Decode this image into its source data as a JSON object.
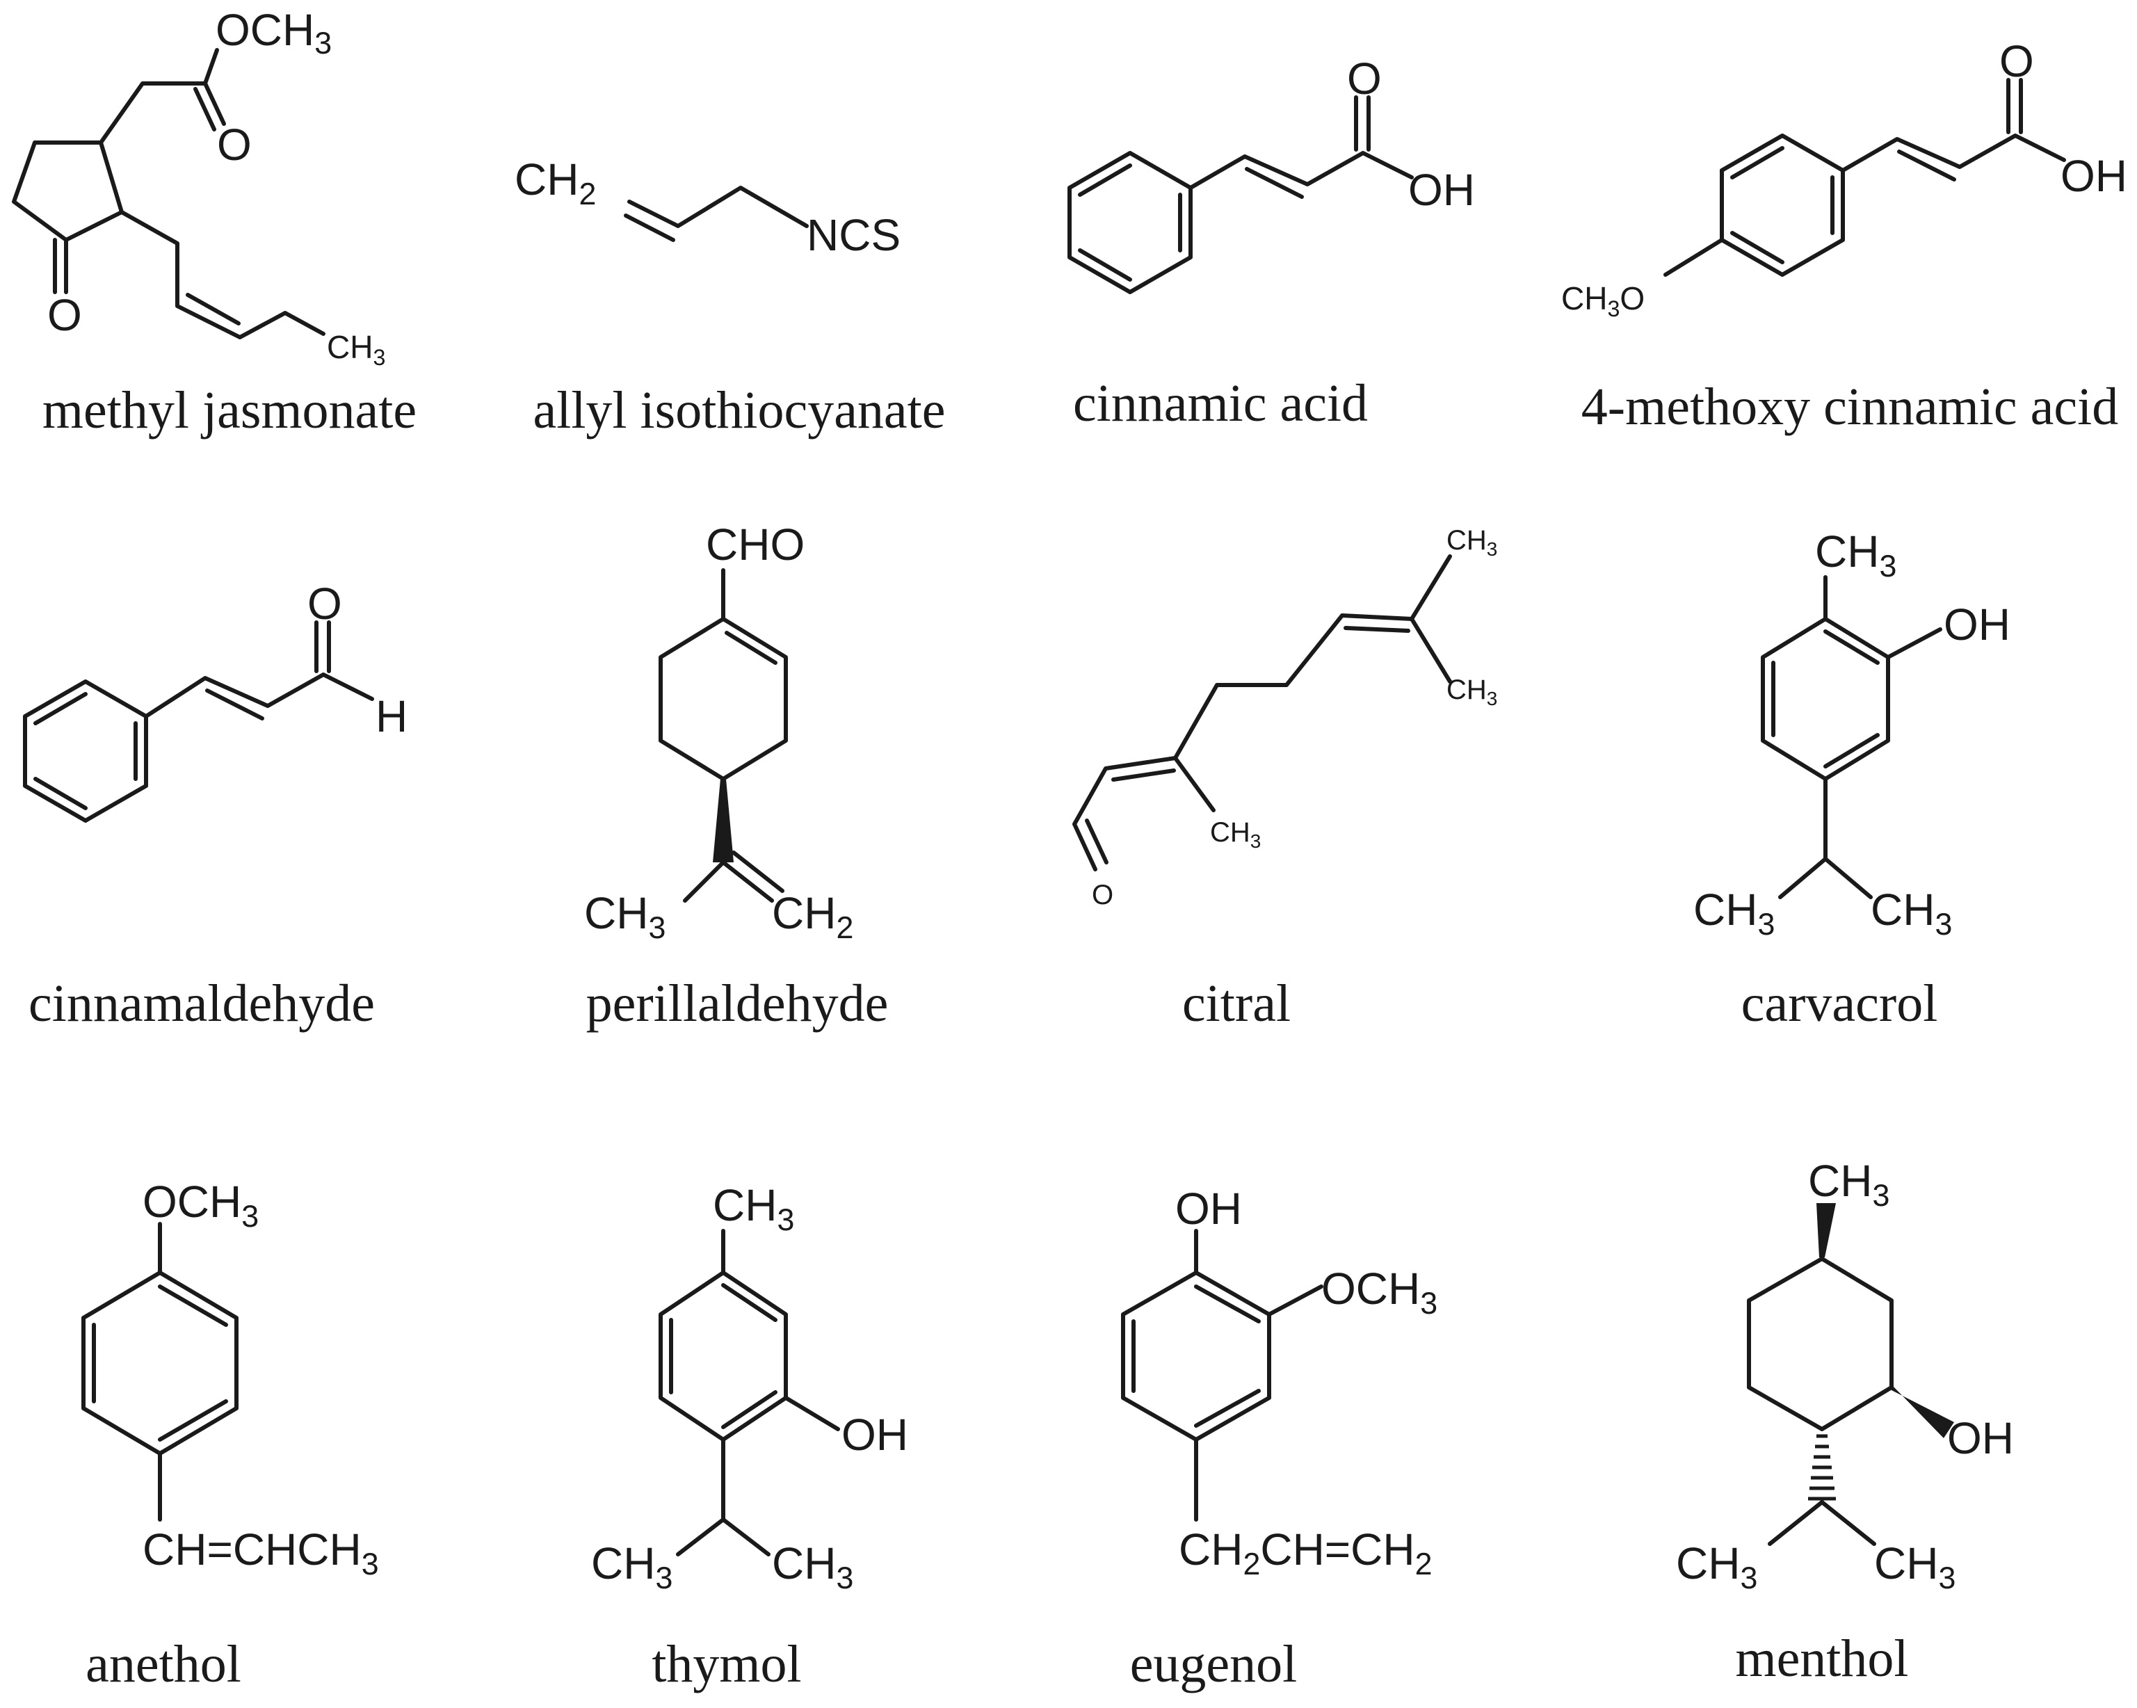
{
  "figure": {
    "compounds": [
      {
        "id": "methyl-jasmonate",
        "name": "methyl jasmonate",
        "atoms": {
          "ester": "OCH",
          "ester_sub": "3",
          "carbonyl_o": "O",
          "ketone_o": "O",
          "methyl": "CH",
          "methyl_sub": "3"
        }
      },
      {
        "id": "allyl-isothiocyanate",
        "name": "allyl isothiocyanate",
        "atoms": {
          "ch2": "CH",
          "ch2_sub": "2",
          "ncs": "NCS"
        }
      },
      {
        "id": "cinnamic-acid",
        "name": "cinnamic acid",
        "atoms": {
          "carbonyl_o": "O",
          "oh": "OH"
        }
      },
      {
        "id": "4-methoxy-cinnamic-acid",
        "name": "4-methoxy cinnamic acid",
        "atoms": {
          "carbonyl_o": "O",
          "oh": "OH",
          "methoxy": "CH",
          "methoxy_sub": "3",
          "methoxy_o": "O"
        }
      },
      {
        "id": "cinnamaldehyde",
        "name": "cinnamaldehyde",
        "atoms": {
          "carbonyl_o": "O",
          "h": "H"
        }
      },
      {
        "id": "perillaldehyde",
        "name": "perillaldehyde",
        "atoms": {
          "cho": "CHO",
          "ch3": "CH",
          "ch3_sub": "3",
          "ch2": "CH",
          "ch2_sub": "2"
        }
      },
      {
        "id": "citral",
        "name": "citral",
        "atoms": {
          "ch3_top": "CH",
          "ch3_top_sub": "3",
          "ch3_mid": "CH",
          "ch3_mid_sub": "3",
          "ch3_low": "CH",
          "ch3_low_sub": "3",
          "o": "O"
        }
      },
      {
        "id": "carvacrol",
        "name": "carvacrol",
        "atoms": {
          "ch3_top": "CH",
          "ch3_top_sub": "3",
          "oh": "OH",
          "ch3_left": "CH",
          "ch3_left_sub": "3",
          "ch3_right": "CH",
          "ch3_right_sub": "3"
        }
      },
      {
        "id": "anethol",
        "name": "anethol",
        "atoms": {
          "och3": "OCH",
          "och3_sub": "3",
          "chain": "CH=CHCH",
          "chain_sub": "3"
        }
      },
      {
        "id": "thymol",
        "name": "thymol",
        "atoms": {
          "ch3_top": "CH",
          "ch3_top_sub": "3",
          "oh": "OH",
          "ch3_left": "CH",
          "ch3_left_sub": "3",
          "ch3_right": "CH",
          "ch3_right_sub": "3"
        }
      },
      {
        "id": "eugenol",
        "name": "eugenol",
        "atoms": {
          "oh": "OH",
          "och3": "OCH",
          "och3_sub": "3",
          "chain_a": "CH",
          "chain_a_sub": "2",
          "chain_b": "CH=CH",
          "chain_b_sub": "2"
        }
      },
      {
        "id": "menthol",
        "name": "menthol",
        "atoms": {
          "ch3_top": "CH",
          "ch3_top_sub": "3",
          "oh": "OH",
          "ch3_left": "CH",
          "ch3_left_sub": "3",
          "ch3_right": "CH",
          "ch3_right_sub": "3"
        }
      }
    ]
  }
}
